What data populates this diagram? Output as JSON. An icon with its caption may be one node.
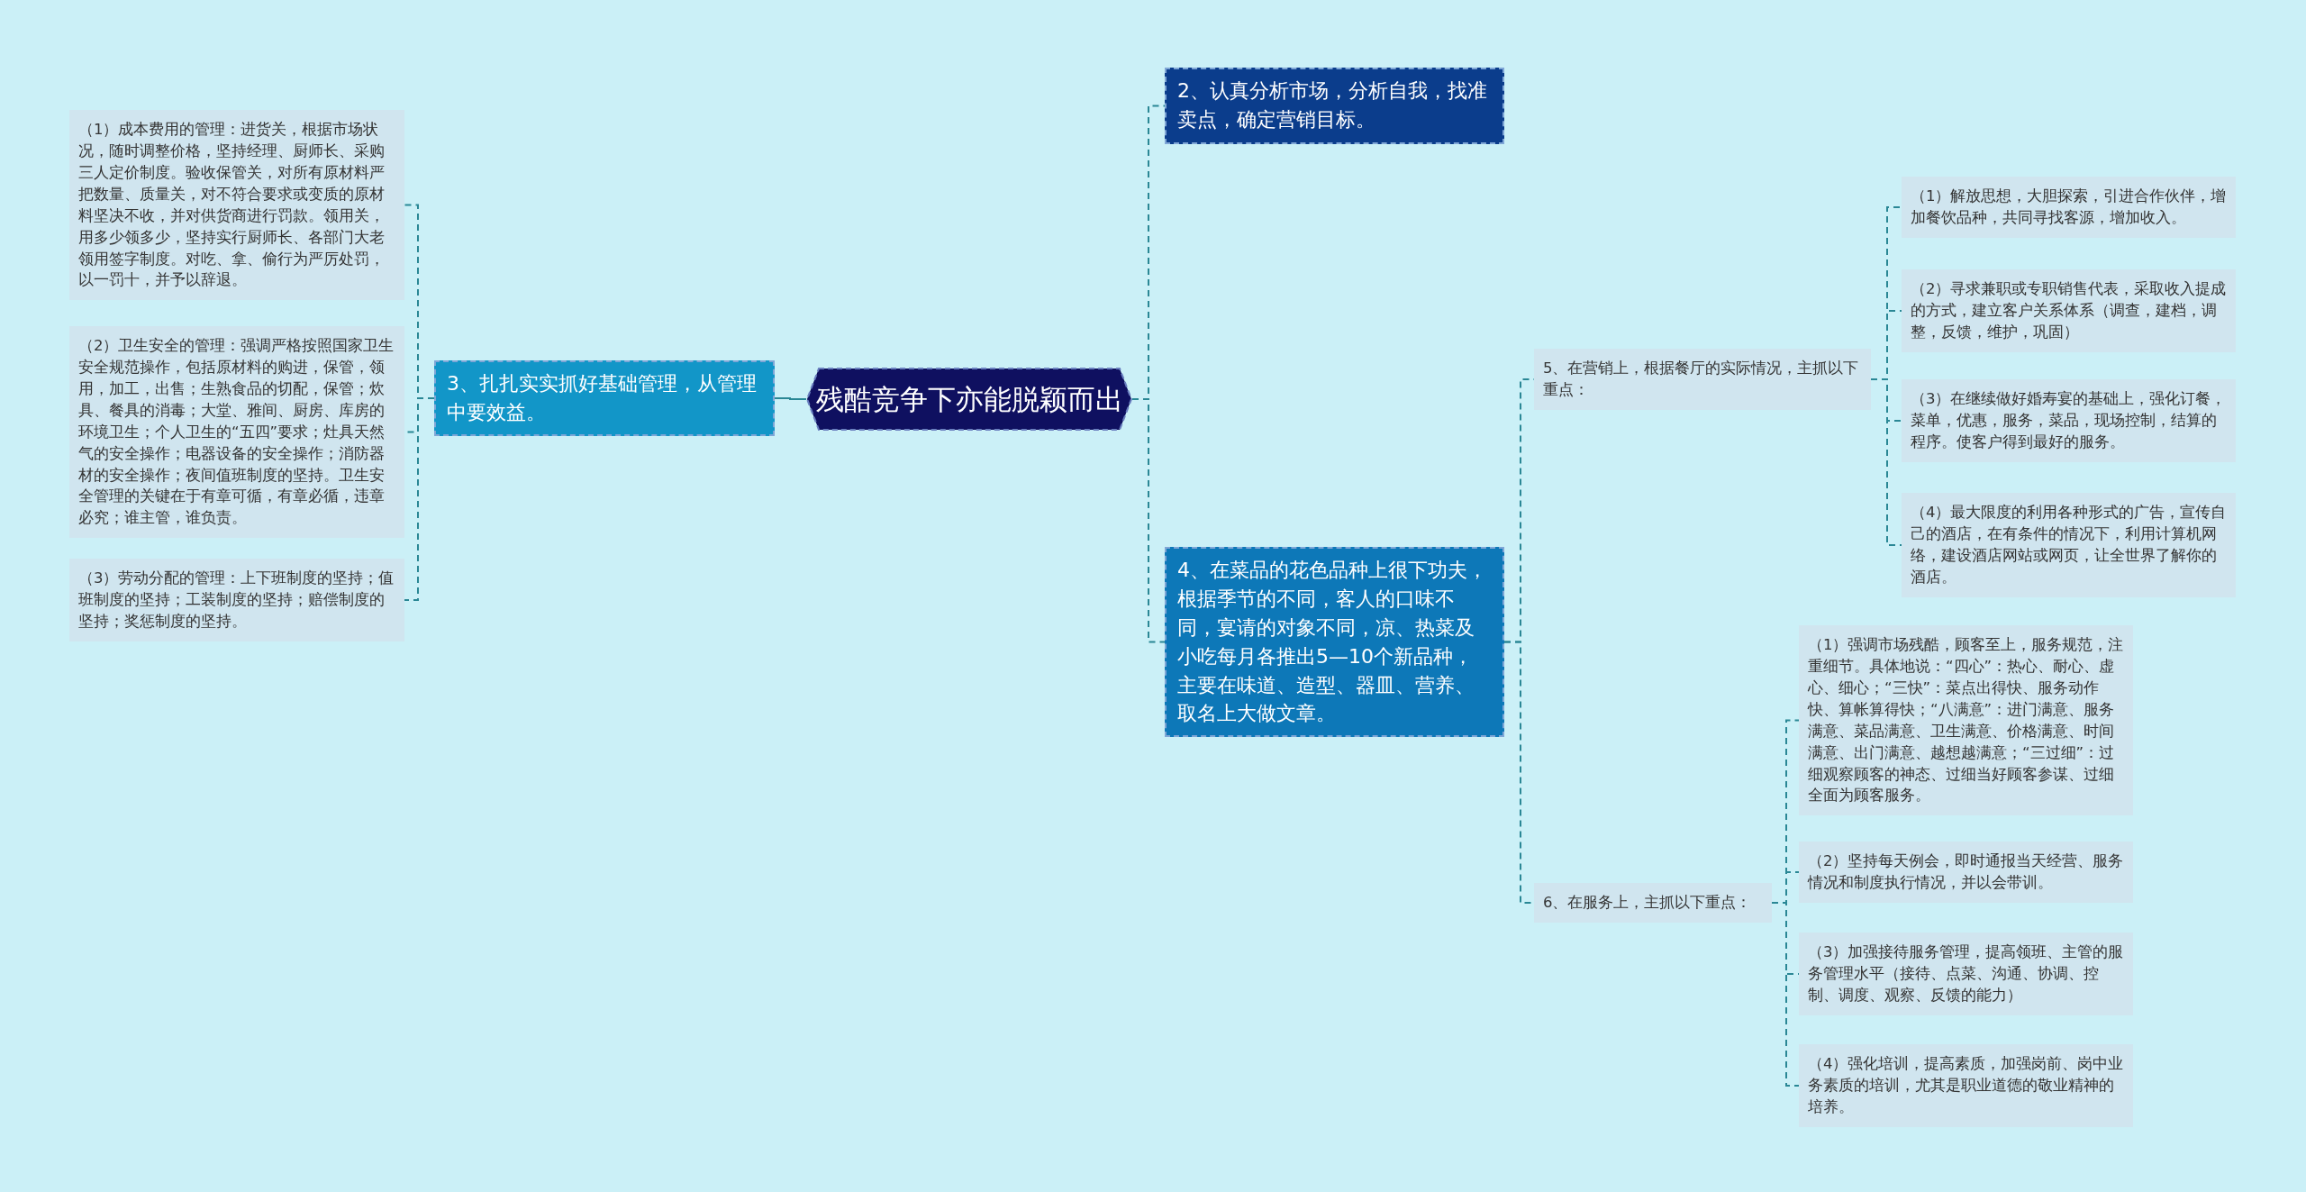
{
  "diagram": {
    "nodes": [
      {
        "text": [
          "残酷竞争下亦能脱颖而出"
        ]
      },
      {
        "text": [
          "2、认真分析市场，分析自我，找准卖点，确定营销目标。"
        ]
      },
      {
        "text": [
          "3、扎扎实实抓好基础管理，从管理中要效益。"
        ]
      },
      {
        "text": [
          "（1）成本费用的管理：进货关，根据市场状况，随时调整价格，坚持经理、厨师长、采购三人定价制度。验收保管关，对所有原材料严把数量、质量关，对不符合要求或变质的原材料坚决不收，并对供货商进行罚款。领用关，用多少领多少，坚持实行厨师长、各部门大老领用签字制度。对吃、拿、偷行为严厉处罚，以一罚十，并予以辞退。"
        ]
      },
      {
        "text": [
          "（2）卫生安全的管理：强调严格按照国家卫生安全规范操作，包括原材料的购进，保管，领用，加工，出售；生熟食品的切配，保管；炊具、餐具的消毒；大堂、雅间、厨房、库房的环境卫生；个人卫生的“五四”要求；灶具天然气的安全操作；电器设备的安全操作；消防器材的安全操作；夜间值班制度的坚持。卫生安全管理的关键在于有章可循，有章必循，违章必究；谁主管，谁负责。"
        ]
      },
      {
        "text": [
          "（3）劳动分配的管理：上下班制度的坚持；值班制度的坚持；工装制度的坚持；赔偿制度的坚持；奖惩制度的坚持。"
        ]
      },
      {
        "text": [
          "4、在菜品的花色品种上很下功夫，根据季节的不同，客人的口味不同，宴请的对象不同，凉、热菜及小吃每月各推出5—10个新品种，主要在味道、造型、器皿、营养、取名上大做文章。"
        ]
      },
      {
        "text": [
          "5、在营销上，根据餐厅的实际情况，主抓以下重点："
        ]
      },
      {
        "text": [
          "（1）解放思想，大胆探索，引进合作伙伴，增加餐饮品种，共同寻找客源，增加收入。"
        ]
      },
      {
        "text": [
          "（2）寻求兼职或专职销售代表，采取收入提成的方式，建立客户关系体系（调查，建档，调整，反馈，维护，巩固）"
        ]
      },
      {
        "text": [
          "（3）在继续做好婚寿宴的基础上，强化订餐，菜单，优惠，服务，菜品，现场控制，结算的程序。使客户得到最好的服务。"
        ]
      },
      {
        "text": [
          "（4）最大限度的利用各种形式的广告，宣传自己的酒店，在有条件的情况下，利用计算机网络，建设酒店网站或网页，让全世界了解你的酒店。"
        ]
      },
      {
        "text": [
          "6、在服务上，主抓以下重点："
        ]
      },
      {
        "text": [
          "（1）强调市场残酷，顾客至上，服务规范，注重细节。具体地说：“四心”：热心、耐心、虚心、细心；“三快”：菜点出得快、服务动作快、算帐算得快；“八满意”：进门满意、服务满意、菜品满意、卫生满意、价格满意、时间满意、出门满意、越想越满意；“三过细”：过细观察顾客的神态、过细当好顾客参谋、过细全面为顾客服务。"
        ]
      },
      {
        "text": [
          "（2）坚持每天例会，即时通报当天经营、服务情况和制度执行情况，并以会带训。"
        ]
      },
      {
        "text": [
          "（3）加强接待服务管理，提高领班、主管的服务管理水平（接待、点菜、沟通、协调、控制、调度、观察、反馈的能力）"
        ]
      },
      {
        "text": [
          "（4）强化培训，提高素质，加强岗前、岗中业务素质的培训，尤其是职业道德的敬业精神的培养。"
        ]
      }
    ],
    "edges": [
      {
        "from": 0,
        "to": 1,
        "arrow": "none",
        "style": "dashed"
      },
      {
        "from": 0,
        "to": 2,
        "arrow": "none"
      },
      {
        "from": 0,
        "to": 6,
        "arrow": "none",
        "style": "dashed"
      },
      {
        "from": 2,
        "to": 3,
        "arrow": "none",
        "style": "dashed"
      },
      {
        "from": 2,
        "to": 4,
        "arrow": "none",
        "style": "dashed"
      },
      {
        "from": 2,
        "to": 5,
        "arrow": "none",
        "style": "dashed"
      },
      {
        "from": 6,
        "to": 7,
        "arrow": "none",
        "style": "dashed"
      },
      {
        "from": 6,
        "to": 12,
        "arrow": "none",
        "style": "dashed"
      },
      {
        "from": 7,
        "to": 8,
        "arrow": "none",
        "style": "dashed"
      },
      {
        "from": 7,
        "to": 9,
        "arrow": "none",
        "style": "dashed"
      },
      {
        "from": 7,
        "to": 10,
        "arrow": "none",
        "style": "dashed"
      },
      {
        "from": 7,
        "to": 11,
        "arrow": "none",
        "style": "dashed"
      },
      {
        "from": 12,
        "to": 13,
        "arrow": "none",
        "style": "dashed"
      },
      {
        "from": 12,
        "to": 14,
        "arrow": "none",
        "style": "dashed"
      },
      {
        "from": 12,
        "to": 15,
        "arrow": "none",
        "style": "dashed"
      },
      {
        "from": 12,
        "to": 16,
        "arrow": "none",
        "style": "dashed"
      }
    ]
  }
}
